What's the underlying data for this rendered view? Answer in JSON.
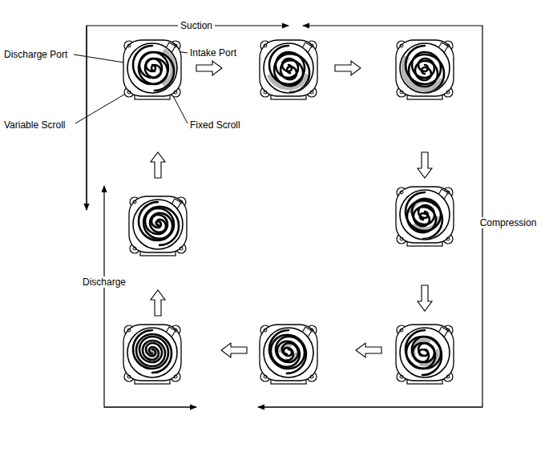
{
  "diagram": {
    "labels": [
      "Suction",
      "Discharge Port",
      "Intake Port",
      "Variable Scroll",
      "Fixed Scroll",
      "Compression",
      "Discharge"
    ]
  }
}
